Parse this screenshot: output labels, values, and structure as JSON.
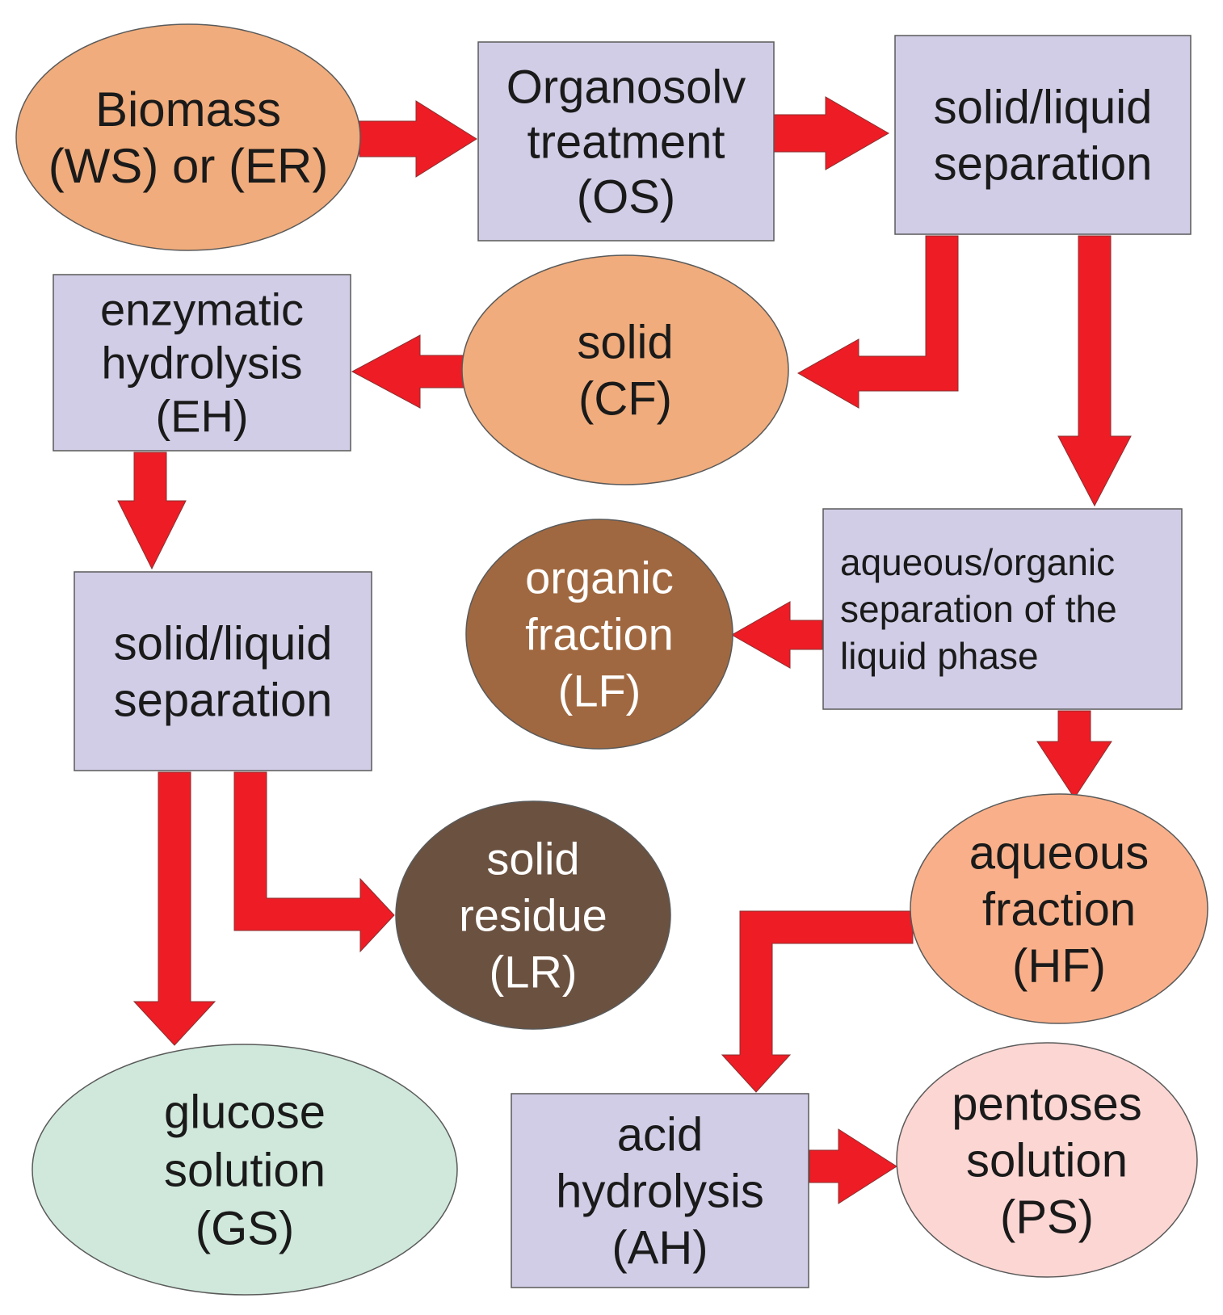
{
  "colors": {
    "box": "#d1cde6",
    "light_orange": "#f0ac7c",
    "peach": "#f9b08a",
    "brown": "#a06840",
    "dark_brown": "#6b5140",
    "green": "#cfe8db",
    "pink": "#fcd6d3",
    "arrow": "#ee1c25"
  },
  "nodes": {
    "biomass": {
      "shape": "ellipse",
      "color": "light_orange",
      "text_color": "#1a1a1a",
      "lines": [
        "Biomass",
        "(WS) or (ER)"
      ]
    },
    "organosolv": {
      "shape": "box",
      "color": "box",
      "text_color": "#1a1a1a",
      "lines": [
        "Organosolv",
        "treatment",
        "(OS)"
      ]
    },
    "sl_sep_top": {
      "shape": "box",
      "color": "box",
      "text_color": "#1a1a1a",
      "lines": [
        "solid/liquid",
        "separation"
      ]
    },
    "solid_cf": {
      "shape": "ellipse",
      "color": "light_orange",
      "text_color": "#1a1a1a",
      "lines": [
        "solid",
        "(CF)"
      ]
    },
    "enzymatic": {
      "shape": "box",
      "color": "box",
      "text_color": "#1a1a1a",
      "lines": [
        "enzymatic",
        "hydrolysis",
        "(EH)"
      ]
    },
    "aq_org_sep": {
      "shape": "box",
      "color": "box",
      "text_color": "#1a1a1a",
      "lines": [
        "aqueous/organic",
        "separation of the",
        "liquid phase"
      ]
    },
    "organic_lf": {
      "shape": "ellipse",
      "color": "brown",
      "text_color": "#ffffff",
      "lines": [
        "organic",
        "fraction",
        "(LF)"
      ]
    },
    "sl_sep_left": {
      "shape": "box",
      "color": "box",
      "text_color": "#1a1a1a",
      "lines": [
        "solid/liquid",
        "separation"
      ]
    },
    "residue_lr": {
      "shape": "ellipse",
      "color": "dark_brown",
      "text_color": "#ffffff",
      "lines": [
        "solid",
        "residue",
        "(LR)"
      ]
    },
    "aqueous_hf": {
      "shape": "ellipse",
      "color": "peach",
      "text_color": "#1a1a1a",
      "lines": [
        "aqueous",
        "fraction",
        "(HF)"
      ]
    },
    "glucose_gs": {
      "shape": "ellipse",
      "color": "green",
      "text_color": "#1a1a1a",
      "lines": [
        "glucose",
        "solution",
        "(GS)"
      ]
    },
    "acid_ah": {
      "shape": "box",
      "color": "box",
      "text_color": "#1a1a1a",
      "lines": [
        "acid",
        "hydrolysis",
        "(AH)"
      ]
    },
    "pentoses_ps": {
      "shape": "ellipse",
      "color": "pink",
      "text_color": "#1a1a1a",
      "lines": [
        "pentoses",
        "solution",
        "(PS)"
      ]
    }
  },
  "edges": [
    {
      "from": "biomass",
      "to": "organosolv"
    },
    {
      "from": "organosolv",
      "to": "sl_sep_top"
    },
    {
      "from": "sl_sep_top",
      "to": "solid_cf"
    },
    {
      "from": "sl_sep_top",
      "to": "aq_org_sep"
    },
    {
      "from": "solid_cf",
      "to": "enzymatic"
    },
    {
      "from": "enzymatic",
      "to": "sl_sep_left"
    },
    {
      "from": "aq_org_sep",
      "to": "organic_lf"
    },
    {
      "from": "aq_org_sep",
      "to": "aqueous_hf"
    },
    {
      "from": "sl_sep_left",
      "to": "glucose_gs"
    },
    {
      "from": "sl_sep_left",
      "to": "residue_lr"
    },
    {
      "from": "aqueous_hf",
      "to": "acid_ah"
    },
    {
      "from": "acid_ah",
      "to": "pentoses_ps"
    }
  ]
}
